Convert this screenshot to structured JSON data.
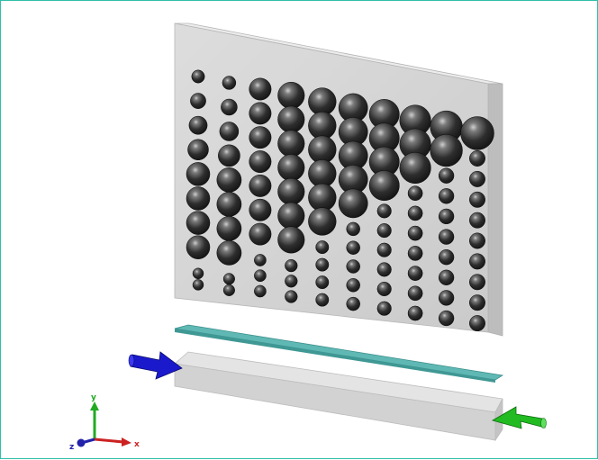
{
  "viewport": {
    "frame_color": "#2fbfa8",
    "background": "#ffffff"
  },
  "panel": {
    "color": "#d3d3d3",
    "sphere_grid": {
      "columns": 10,
      "rows": 10,
      "large_sphere_rows_per_column": [
        8,
        8,
        7,
        7,
        6,
        5,
        4,
        3,
        2,
        1
      ]
    }
  },
  "membrane": {
    "color": "#5fb8b4"
  },
  "channel": {
    "color": "#d6d6d6"
  },
  "inlet_arrow": {
    "color": "#1a1acc",
    "icon": "blue-arrow-icon"
  },
  "outlet_arrow": {
    "color": "#22bb22",
    "icon": "green-arrow-icon"
  },
  "axes": {
    "x_label": "x",
    "y_label": "y",
    "z_label": "z",
    "x_color": "#cc2222",
    "y_color": "#22aa22",
    "z_color": "#2222aa"
  }
}
